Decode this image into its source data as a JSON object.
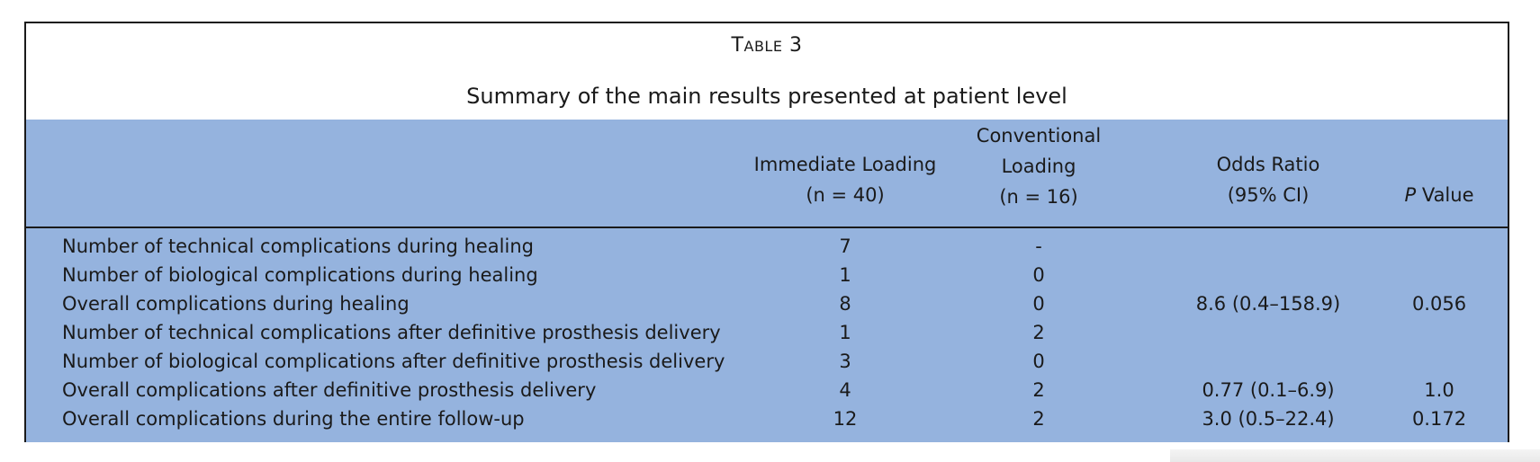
{
  "table": {
    "label_first": "T",
    "label_rest": "ABLE",
    "label_number": "3",
    "title": "Summary of the main results presented at patient level",
    "headers": {
      "immediate_line1": "Immediate Loading",
      "immediate_line2": "(n = 40)",
      "conventional_line1": "Conventional",
      "conventional_line2": "Loading",
      "conventional_line3": "(n = 16)",
      "odds_line1": "Odds Ratio",
      "odds_line2": "(95% CI)",
      "p_italic": "P",
      "p_rest": " Value"
    },
    "rows": [
      {
        "label": "Number of technical complications during healing",
        "immediate": "7",
        "conventional": "-",
        "odds": "",
        "p": ""
      },
      {
        "label": "Number of biological complications during healing",
        "immediate": "1",
        "conventional": "0",
        "odds": "",
        "p": ""
      },
      {
        "label": "Overall complications during healing",
        "immediate": "8",
        "conventional": "0",
        "odds": "8.6 (0.4–158.9)",
        "p": "0.056"
      },
      {
        "label": "Number of technical complications after definitive prosthesis delivery",
        "immediate": "1",
        "conventional": "2",
        "odds": "",
        "p": ""
      },
      {
        "label": "Number of biological complications after definitive prosthesis delivery",
        "immediate": "3",
        "conventional": "0",
        "odds": "",
        "p": ""
      },
      {
        "label": "Overall complications after definitive prosthesis delivery",
        "immediate": "4",
        "conventional": "2",
        "odds": "0.77 (0.1–6.9)",
        "p": "1.0"
      },
      {
        "label": "Overall complications during the entire follow-up",
        "immediate": "12",
        "conventional": "2",
        "odds": "3.0 (0.5–22.4)",
        "p": "0.172"
      }
    ]
  },
  "colors": {
    "table_fill": "#95b3de",
    "rule": "#1a1a1a"
  }
}
